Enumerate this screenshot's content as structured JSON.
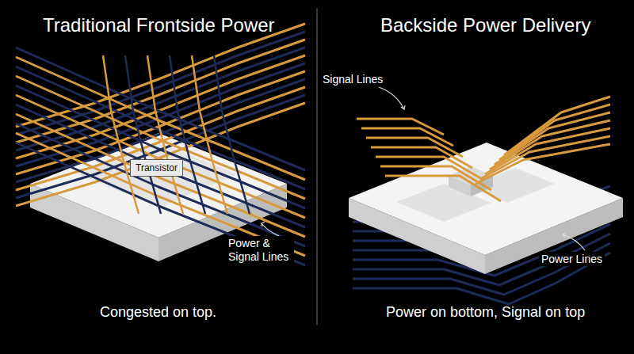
{
  "diagram": {
    "nodes": [
      {
        "text": [
          "Transistor"
        ]
      }
    ],
    "labels": [
      "Traditional Frontside Power",
      "Backside Power Delivery",
      "Signal Lines",
      "Power & Signal Lines",
      "Power Lines",
      "Congested on top.",
      "Power on bottom, Signal on top"
    ]
  }
}
